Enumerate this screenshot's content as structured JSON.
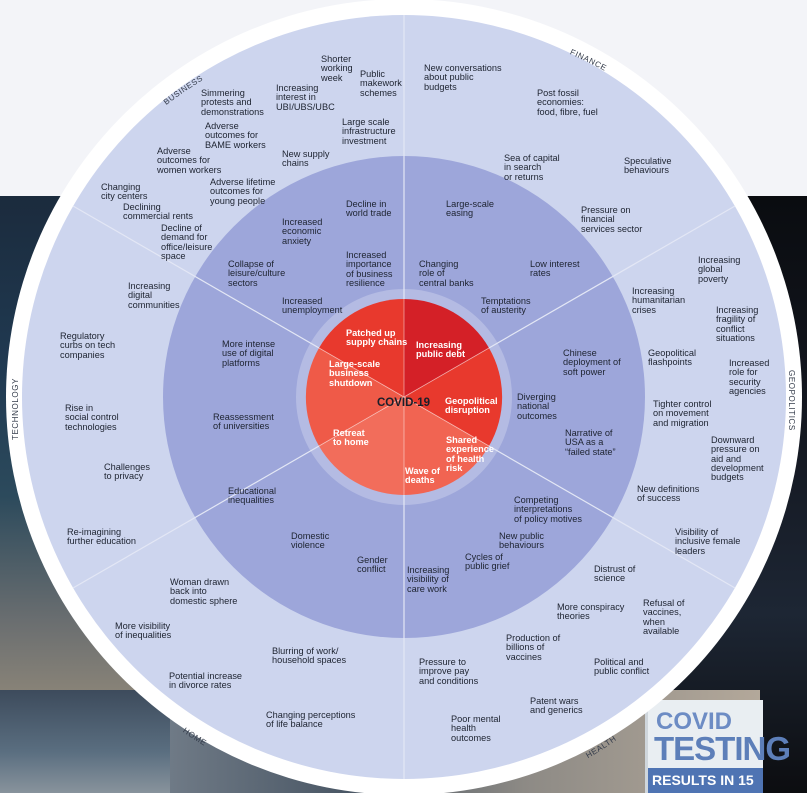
{
  "center": "COVID-19",
  "categories": {
    "business": "BUSINESS",
    "finance": "FINANCE",
    "technology": "TECHNOLOGY",
    "geopolitics": "GEOPOLITICS",
    "home": "HOME",
    "health": "HEALTH"
  },
  "sign": {
    "line1": "COVID",
    "line2": "TESTING",
    "line3": "RESULTS IN 15"
  },
  "colors": {
    "outer_ring": "#cdd5ee",
    "middle_ring": "#9da6da",
    "inner_red": "#e8392d",
    "inner_dark_red": "#d42027",
    "inner_salmon": "#f16452",
    "inner_pink": "#f26d5b"
  },
  "inner": {
    "patched_supply": "Patched up\nsupply chains",
    "increasing_public_debt": "Increasing\npublic debt",
    "large_scale_shutdown": "Large-scale\nbusiness\nshutdown",
    "geopolitical_disruption": "Geopolitical\ndisruption",
    "retreat_to_home": "Retreat\nto home",
    "shared_experience": "Shared\nexperience\nof health\nrisk",
    "wave_of_deaths": "Wave of\ndeaths"
  },
  "middle": {
    "decline_world_trade": "Decline in\nworld trade",
    "large_scale_easing": "Large-scale\neasing",
    "increased_economic_anxiety": "Increased\neconomic\nanxiety",
    "increased_importance": "Increased\nimportance\nof business\nresilience",
    "changing_central_banks": "Changing\nrole of\ncentral banks",
    "low_interest": "Low interest\nrates",
    "collapse_leisure": "Collapse of\nleisure/culture\nsectors",
    "increased_unemployment": "Increased\nunemployment",
    "temptations_austerity": "Temptations\nof austerity",
    "more_intense_digital": "More intense\nuse of digital\nplatforms",
    "chinese_soft_power": "Chinese\ndeployment of\nsoft power",
    "diverging_national": "Diverging\nnational\noutcomes",
    "reassessment_universities": "Reassessment\nof universities",
    "narrative_usa": "Narrative of\nUSA as a\n“failed state”",
    "educational_inequalities": "Educational\ninequalities",
    "competing_interpretations": "Competing\ninterpretations\nof policy motives",
    "domestic_violence": "Domestic\nviolence",
    "new_public_behaviours": "New public\nbehaviours",
    "gender_conflict": "Gender\nconflict",
    "cycles_public_grief": "Cycles of\npublic grief",
    "visibility_care_work": "Increasing\nvisibility of\ncare work"
  },
  "outer": {
    "shorter_working_week": "Shorter\nworking\nweek",
    "public_makework": "Public\nmakework\nschemes",
    "new_conversations": "New conversations\nabout public\nbudgets",
    "increasing_ubi": "Increasing\ninterest in\nUBI/UBS/UBC",
    "simmering_protests": "Simmering\nprotests and\ndemonstrations",
    "post_fossil": "Post fossil\neconomies:\nfood, fibre, fuel",
    "adverse_bame": "Adverse\noutcomes for\nBAME workers",
    "large_scale_infrastructure": "Large scale\ninfrastructure\ninvestment",
    "adverse_women": "Adverse\noutcomes for\nwomen workers",
    "new_supply_chains": "New supply\nchains",
    "sea_of_capital": "Sea of capital\nin search\nor returns",
    "speculative_behaviours": "Speculative\nbehaviours",
    "changing_city": "Changing\ncity centers",
    "adverse_lifetime": "Adverse lifetime\noutcomes for\nyoung people",
    "declining_rents": "Declining\ncommercial rents",
    "pressure_financial": "Pressure on\nfinancial\nservices sector",
    "decline_demand_office": "Decline of\ndemand for\noffice/leisure\nspace",
    "increasing_global_poverty": "Increasing\nglobal\npoverty",
    "increasing_digital_communities": "Increasing\ndigital\ncommunities",
    "increasing_humanitarian": "Increasing\nhumanitarian\ncrises",
    "increasing_fragility": "Increasing\nfragility of\nconflict\nsituations",
    "regulatory_curbs": "Regulatory\ncurbs on tech\ncompanies",
    "geopolitical_flashpoints": "Geopolitical\nflashpoints",
    "increased_security_role": "Increased\nrole for\nsecurity\nagencies",
    "rise_social_control": "Rise in\nsocial control\ntechnologies",
    "tighter_control": "Tighter control\non movement\nand migration",
    "downward_pressure_aid": "Downward\npressure on\naid and\ndevelopment\nbudgets",
    "challenges_privacy": "Challenges\nto privacy",
    "new_definitions_success": "New definitions\nof success",
    "reimagining_education": "Re-imagining\nfurther education",
    "visibility_female_leaders": "Visibility of\ninclusive female\nleaders",
    "woman_drawn_back": "Woman drawn\nback into\ndomestic sphere",
    "distrust_science": "Distrust of\nscience",
    "more_visibility_inequalities": "More visibility\nof inequalities",
    "more_conspiracy": "More conspiracy\ntheories",
    "refusal_vaccines": "Refusal of\nvaccines,\nwhen\navailable",
    "production_vaccines": "Production of\nbillions of\nvaccines",
    "blurring_work": "Blurring of work/\nhousehold spaces",
    "pressure_improve_pay": "Pressure to\nimprove pay\nand conditions",
    "political_conflict": "Political and\npublic conflict",
    "potential_divorce": "Potential increase\nin divorce rates",
    "patent_wars": "Patent wars\nand generics",
    "changing_perceptions": "Changing perceptions\nof life balance",
    "poor_mental_health": "Poor mental\nhealth\noutcomes"
  }
}
